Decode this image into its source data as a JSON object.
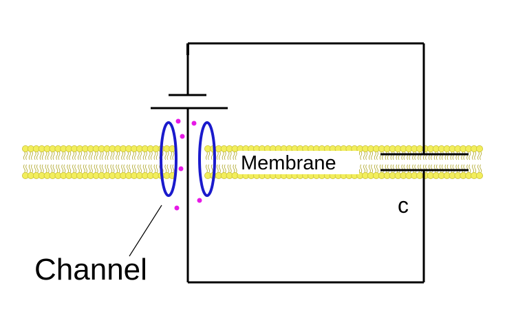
{
  "labels": {
    "membrane": "Membrane",
    "capacitor": "c",
    "channel": "Channel"
  },
  "colors": {
    "lipid_head": "#f2ee5c",
    "lipid_head_stroke": "#c9c035",
    "lipid_tail": "#b5ad3a",
    "channel": "#1a1acc",
    "ion": "#e619e6",
    "wire": "#000000"
  }
}
